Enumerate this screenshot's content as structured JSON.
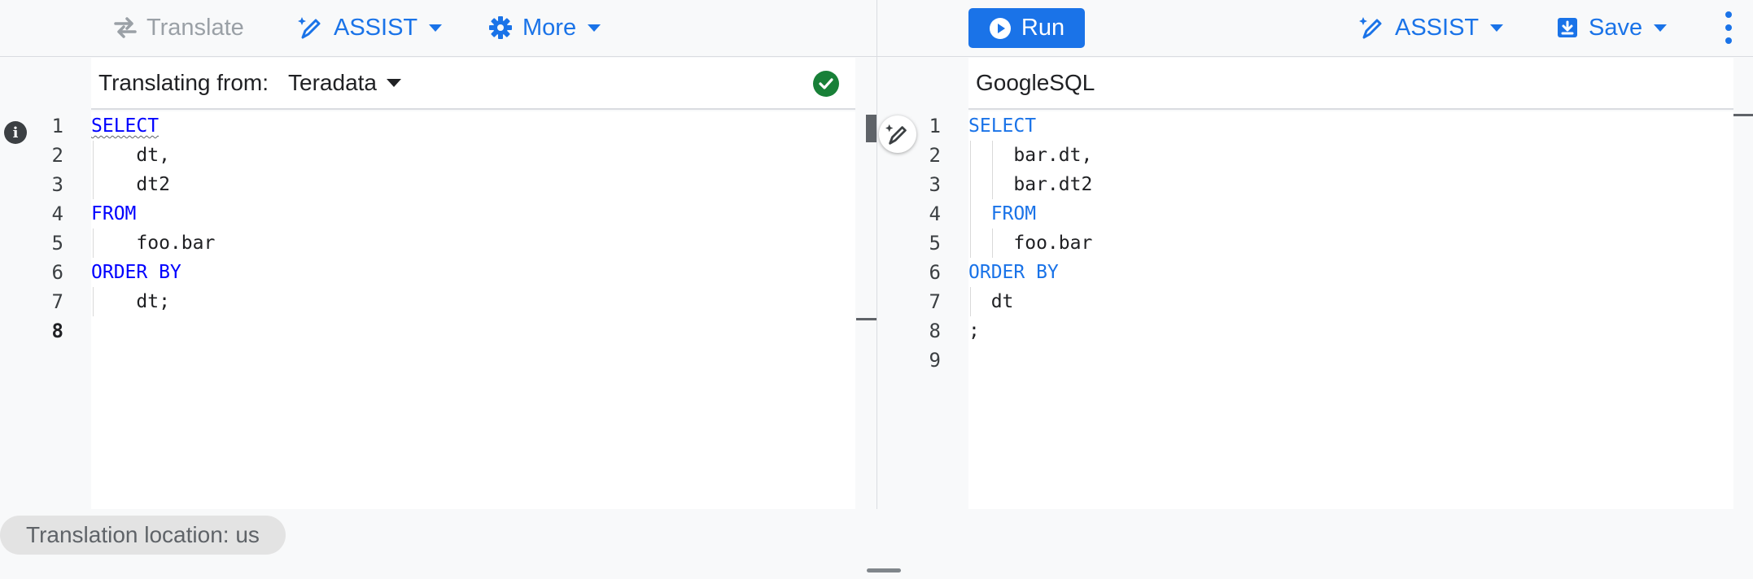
{
  "left_toolbar": {
    "translate_label": "Translate",
    "assist_label": "ASSIST",
    "more_label": "More"
  },
  "right_toolbar": {
    "run_label": "Run",
    "assist_label": "ASSIST",
    "save_label": "Save"
  },
  "source": {
    "prefix": "Translating from:",
    "dialect": "Teradata",
    "status": "valid",
    "line_numbers": [
      "1",
      "2",
      "3",
      "4",
      "5",
      "6",
      "7",
      "8"
    ],
    "lines": [
      {
        "keyword": "SELECT",
        "text": ""
      },
      {
        "keyword": "",
        "text": "    dt,"
      },
      {
        "keyword": "",
        "text": "    dt2"
      },
      {
        "keyword": "FROM",
        "text": ""
      },
      {
        "keyword": "",
        "text": "    foo.bar"
      },
      {
        "keyword": "ORDER BY",
        "text": ""
      },
      {
        "keyword": "",
        "text": "    dt;"
      },
      {
        "keyword": "",
        "text": ""
      }
    ]
  },
  "target": {
    "dialect": "GoogleSQL",
    "line_numbers": [
      "1",
      "2",
      "3",
      "4",
      "5",
      "6",
      "7",
      "8",
      "9"
    ],
    "lines": [
      {
        "keyword": "SELECT",
        "text": ""
      },
      {
        "keyword": "",
        "text": "    bar.dt,"
      },
      {
        "keyword": "",
        "text": "    bar.dt2"
      },
      {
        "keyword": "  FROM",
        "text": ""
      },
      {
        "keyword": "",
        "text": "    foo.bar"
      },
      {
        "keyword": "ORDER BY",
        "text": ""
      },
      {
        "keyword": "",
        "text": "  dt"
      },
      {
        "keyword": "",
        "text": ";"
      },
      {
        "keyword": "",
        "text": ""
      }
    ]
  },
  "footer": {
    "location_label": "Translation location: us"
  },
  "colors": {
    "accent": "#1a73e8",
    "source_keyword": "#0000ff",
    "success": "#188038"
  },
  "icons": [
    "swap-icon",
    "assist-pen-icon",
    "gear-icon",
    "play-icon",
    "save-download-icon",
    "more-vert-icon",
    "info-icon",
    "check-circle-icon",
    "sparkle-pen-icon"
  ]
}
